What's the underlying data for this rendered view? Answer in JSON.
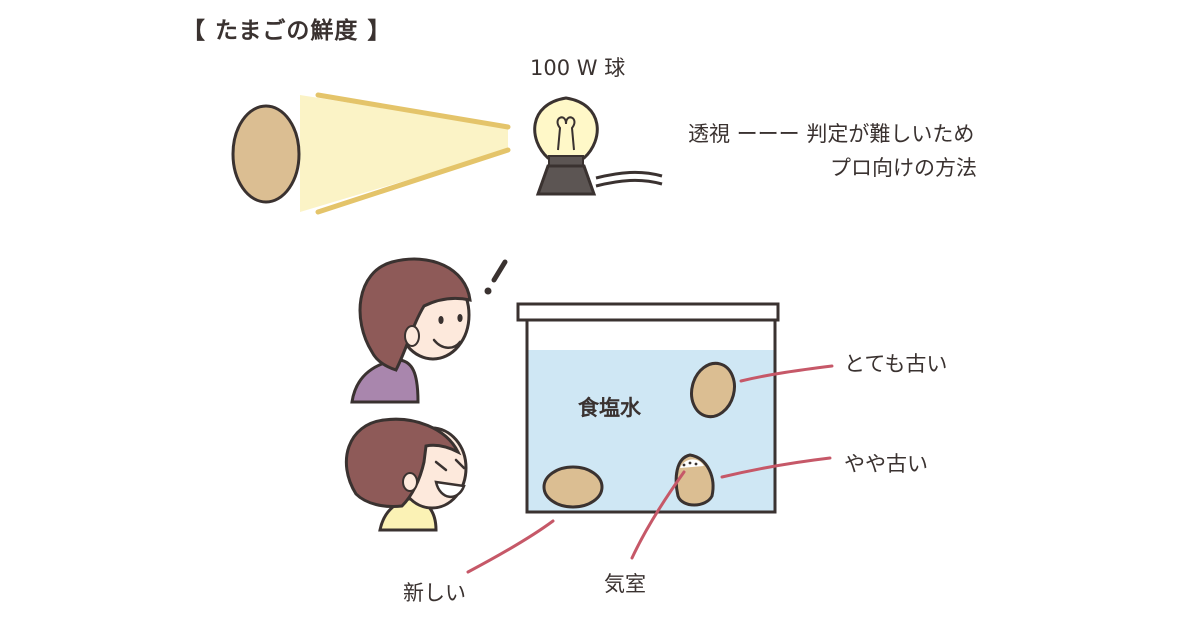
{
  "title": "【 たまごの鮮度 】",
  "bulb": {
    "label": "100 W 球"
  },
  "candling": {
    "line1": "透視 ーーー 判定が難しいため",
    "line2": "プロ向けの方法"
  },
  "tank": {
    "liquid_label": "食塩水"
  },
  "labels": {
    "very_old": "とても古い",
    "little_old": "やや古い",
    "fresh": "新しい",
    "air_cell": "気室"
  },
  "colors": {
    "egg": "#dbbe92",
    "outline": "#3a3230",
    "water": "#cfe7f4",
    "light_beam": "#fbf3c6",
    "beam_edge": "#e4c46a",
    "leader": "#c65868",
    "hair": "#8e5a58",
    "skin": "#fde9dc",
    "shirt_purple": "#a986ad",
    "shirt_yellow": "#fbf2b5"
  }
}
